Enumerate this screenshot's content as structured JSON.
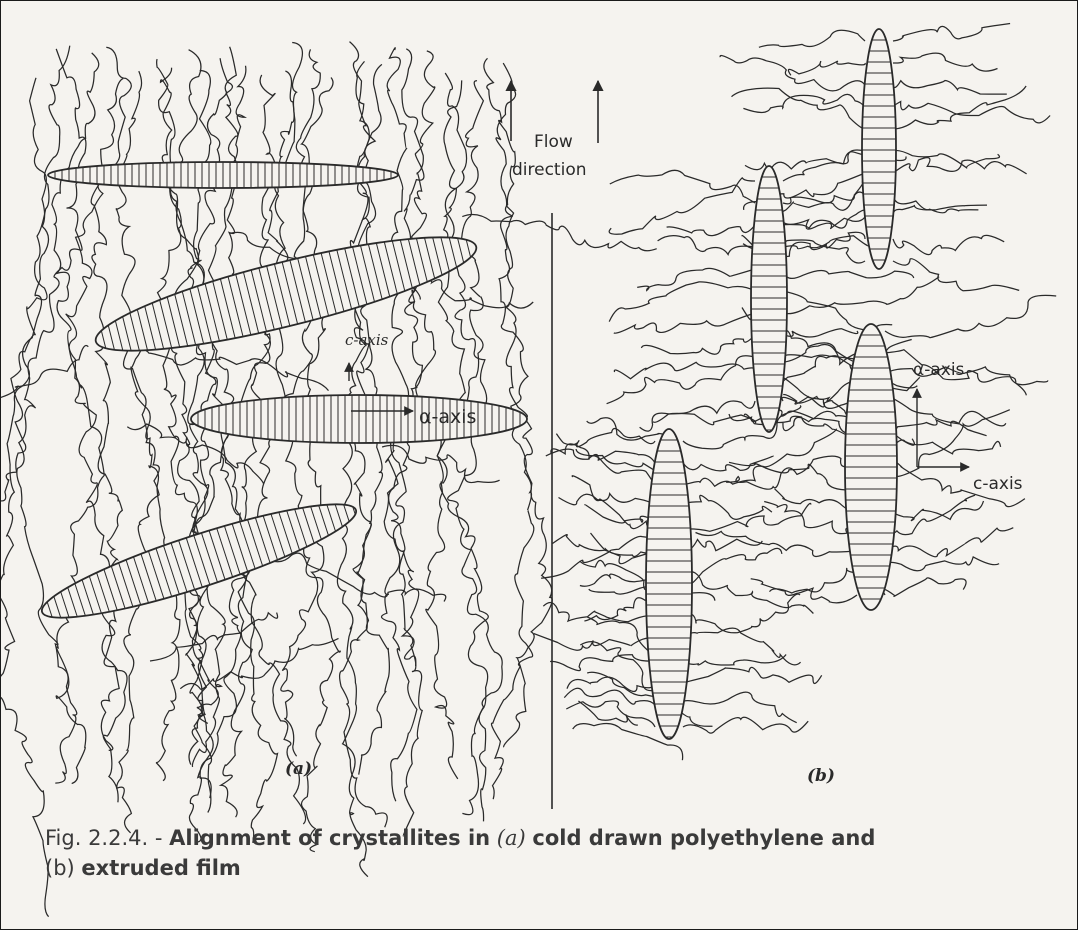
{
  "figure": {
    "flow_label_line1": "Flow",
    "flow_label_line2": "direction",
    "panel_a": {
      "label": "(a)",
      "c_axis_label": "c-axis",
      "a_axis_label": "α-axis"
    },
    "panel_b": {
      "label": "(b)",
      "a_axis_label": "α-axis",
      "c_axis_label": "c-axis"
    }
  },
  "caption": {
    "number": "Fig. 2.2.4. -",
    "text_1": "Alignment of crystallites in",
    "a": "(a)",
    "text_2": "cold drawn polyethylene and",
    "b": "(b)",
    "text_3": "extruded film"
  },
  "colors": {
    "ink": "#2a2a2a",
    "paper": "#f5f3ef",
    "frame": "#1a1a1a"
  }
}
